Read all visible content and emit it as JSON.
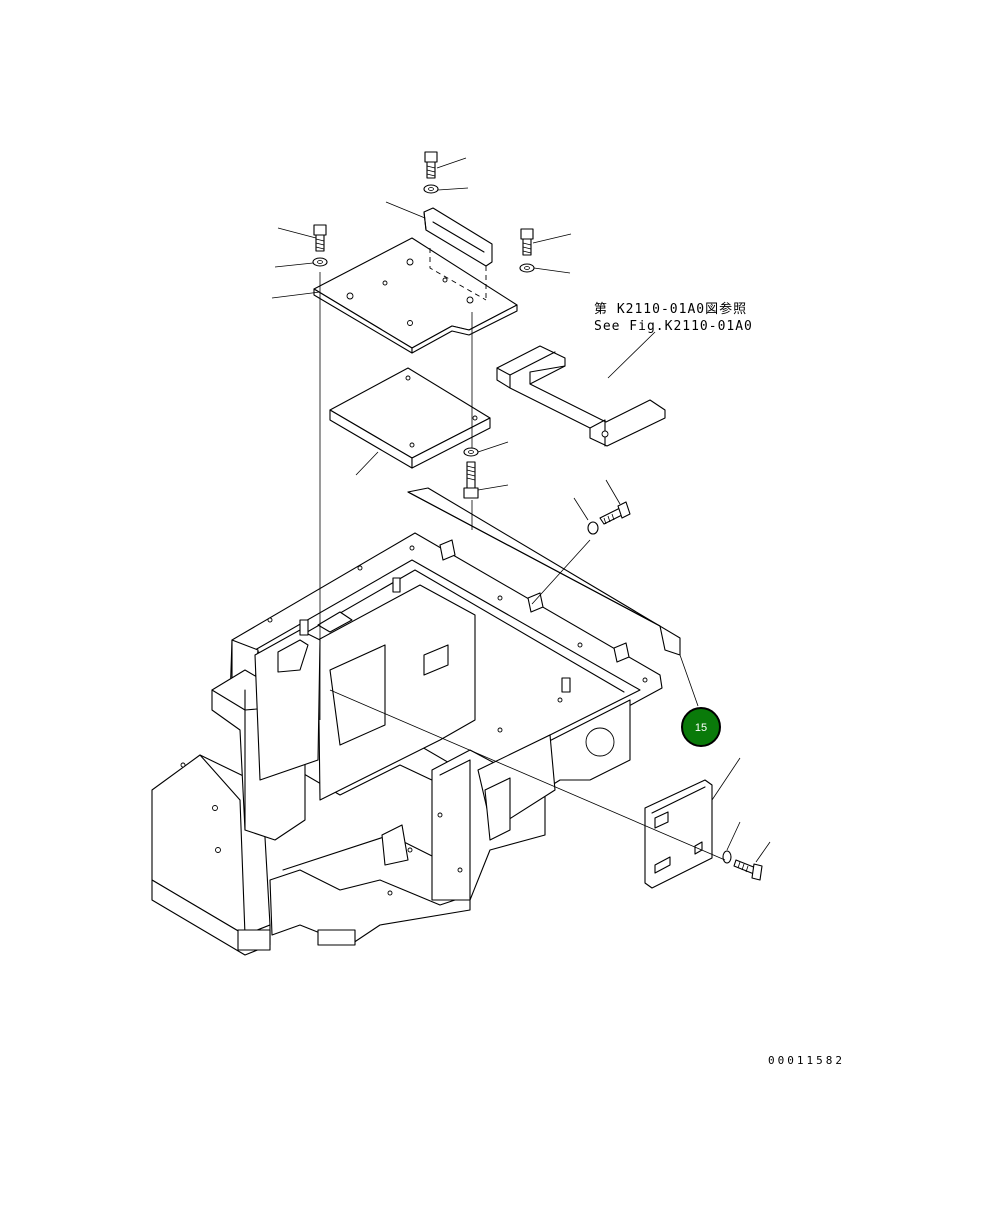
{
  "diagram": {
    "reference_note": {
      "line1": "第 K2110-01A0図参照",
      "line2": "See Fig.K2110-01A0"
    },
    "drawing_number": "00011582",
    "callouts": [
      {
        "label": "15",
        "color": "#0a7a0a"
      }
    ]
  }
}
